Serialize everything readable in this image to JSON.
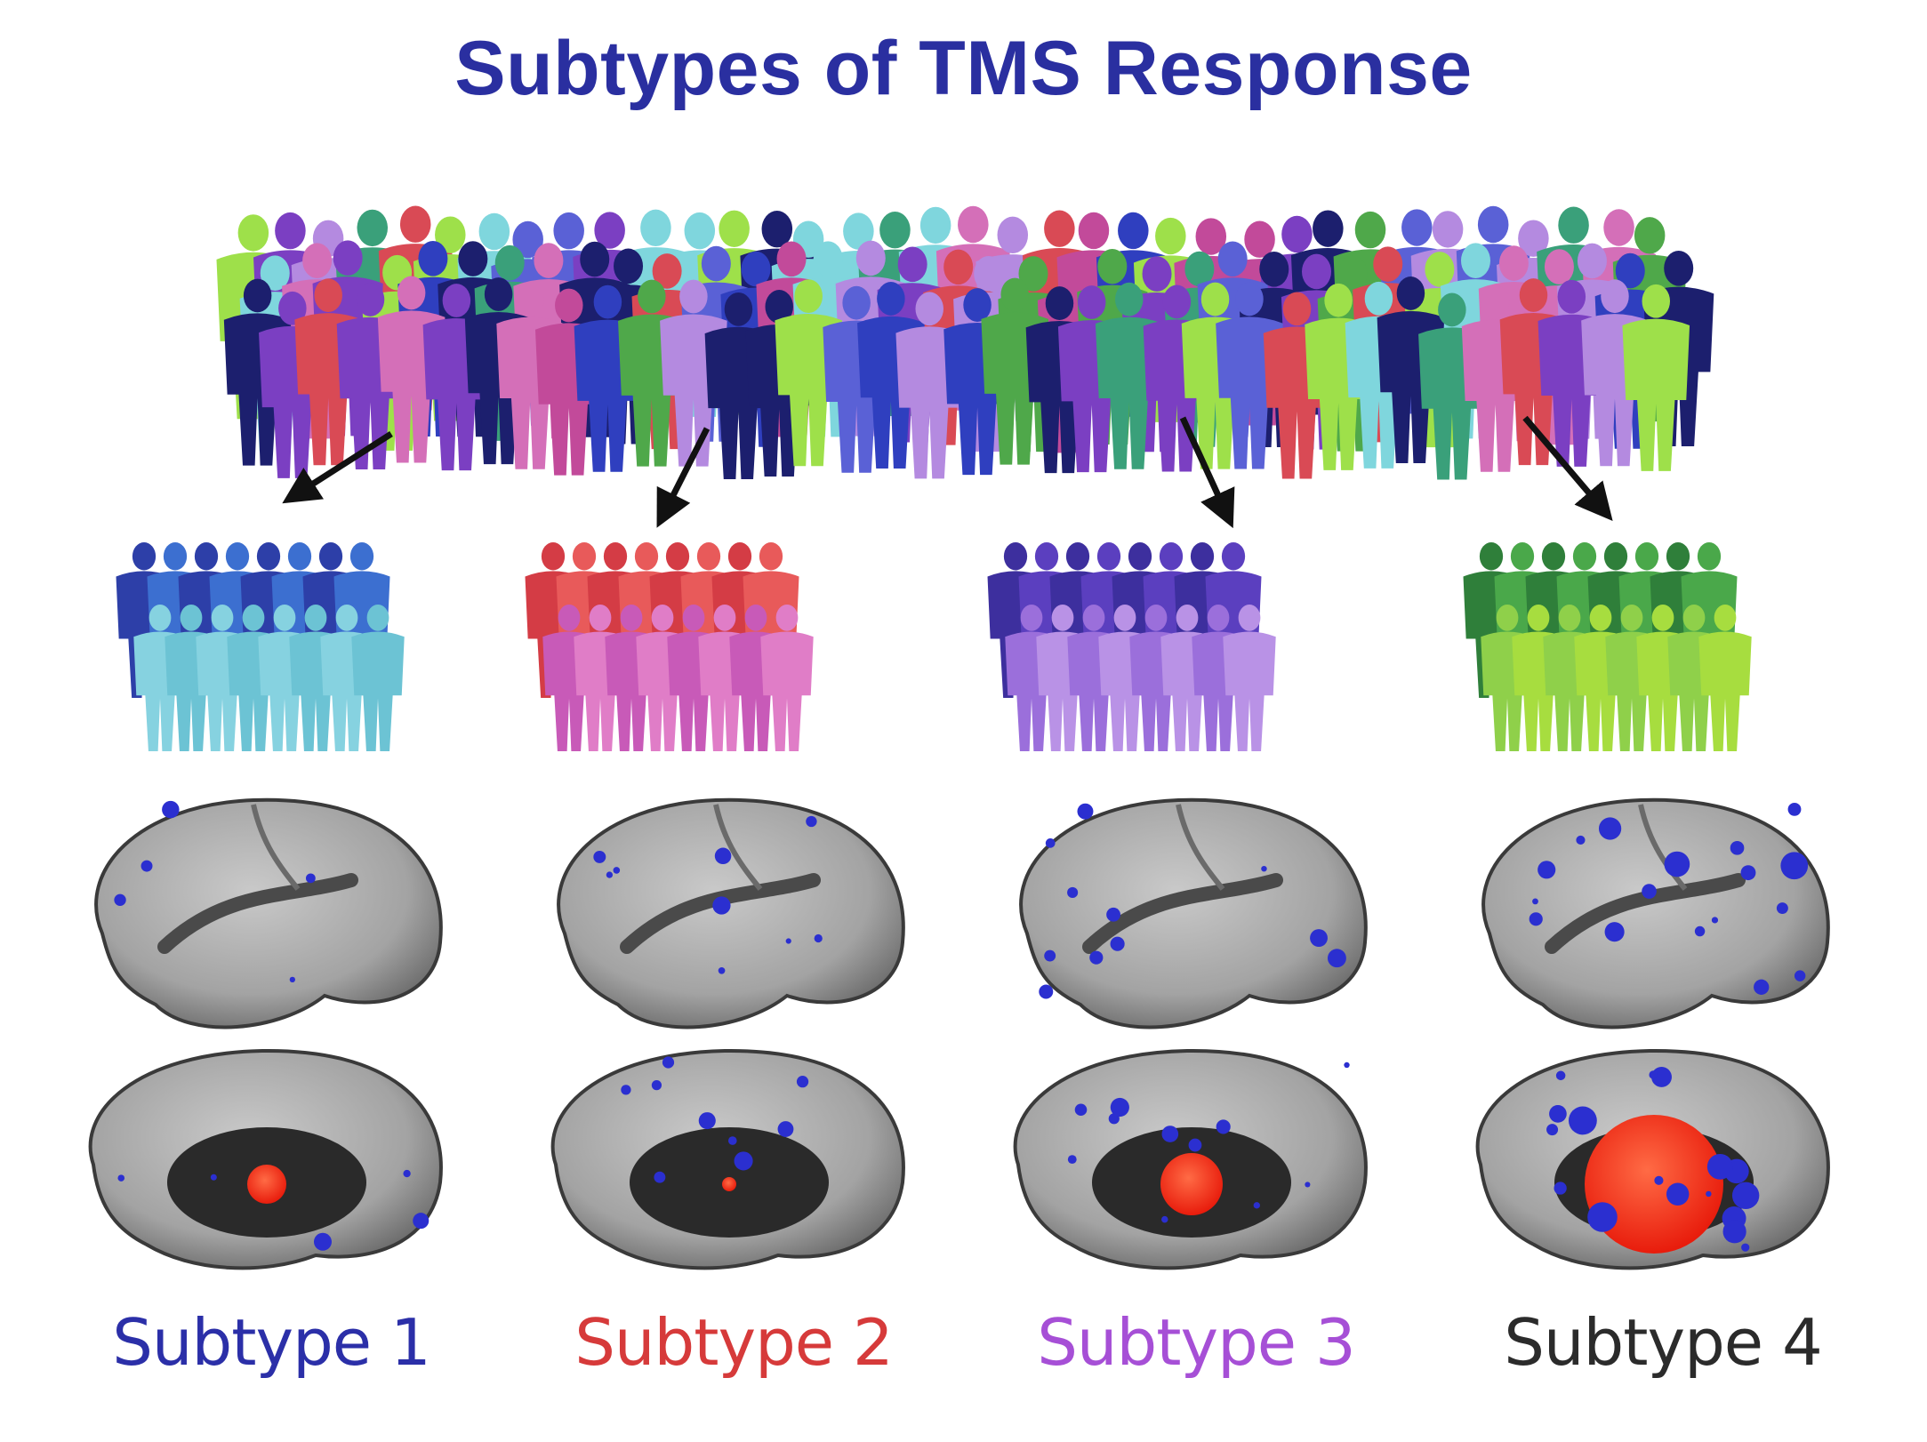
{
  "title": "Subtypes of TMS Response",
  "colors": {
    "title": "#2a2fa0",
    "arrow": "#111111",
    "brain_surface": "#9a9a9a",
    "brain_dark": "#2a2a2a",
    "blue_node": "#2b2fd0",
    "red_activation": "#ff2b10"
  },
  "population_palette": [
    "#d46fb8",
    "#9ee04a",
    "#7fd6dd",
    "#2f3fbf",
    "#1c1f6e",
    "#d94a55",
    "#7b3fc2",
    "#b48ae0",
    "#4fa84a",
    "#3aa07a",
    "#c24a9a",
    "#5a61d6"
  ],
  "subtypes": [
    {
      "label": "Subtype 1",
      "label_color": "#2b2fa8",
      "group_colors": [
        "#2d3fa8",
        "#3c6fd0",
        "#86d2e0",
        "#6cc3d4"
      ],
      "activation": "small",
      "icon": "blue-cyan-crowd"
    },
    {
      "label": "Subtype 2",
      "label_color": "#d63a3a",
      "group_colors": [
        "#d43c45",
        "#e85a5a",
        "#c85ab8",
        "#e07dc7"
      ],
      "activation": "tiny",
      "icon": "red-pink-crowd"
    },
    {
      "label": "Subtype 3",
      "label_color": "#a64fd6",
      "group_colors": [
        "#3d2f9e",
        "#5b3fbf",
        "#9b6fdb",
        "#b992e6"
      ],
      "activation": "medium",
      "icon": "purple-lilac-crowd"
    },
    {
      "label": "Subtype 4",
      "label_color": "#2b2b2b",
      "group_colors": [
        "#2f7f3a",
        "#4aa84a",
        "#8fd04a",
        "#a7dd3f"
      ],
      "activation": "large",
      "icon": "green-lime-crowd"
    }
  ]
}
